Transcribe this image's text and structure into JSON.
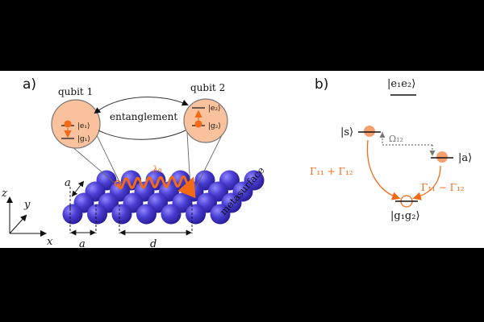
{
  "colors": {
    "sphere_dark": "#2a1e9c",
    "sphere_mid": "#4a3fd2",
    "sphere_light": "#8f88ff",
    "bubble_fill": "#f9c19c",
    "orange": "#f26a18",
    "level_dot": "#f4a06e",
    "gray": "#777777",
    "ink": "#111111"
  },
  "panel_a": {
    "label": "a)",
    "qubit1_label": "qubit 1",
    "qubit2_label": "qubit 2",
    "entanglement_label": "entanglement",
    "q1_excited": "|e₁⟩",
    "q1_ground": "|g₁⟩",
    "q2_excited": "|e₂⟩",
    "q2_ground": "|g₂⟩",
    "wave_label": "λ₀",
    "metasurface_label": "metasurface",
    "axis_x": "x",
    "axis_y": "y",
    "axis_z": "z",
    "dim_a_vertical": "a",
    "dim_a_horizontal": "a",
    "dim_d": "d"
  },
  "panel_b": {
    "label": "b)",
    "top_state": "|e₁e₂⟩",
    "symmetric_state": "|s⟩",
    "antisymmetric_state": "|a⟩",
    "coupling": "Ω₁₂",
    "decay_symmetric": "Γ₁₁ + Γ₁₂",
    "decay_antisymmetric": "Γ₁₁ − Γ₁₂",
    "ground_state": "|g₁g₂⟩"
  }
}
